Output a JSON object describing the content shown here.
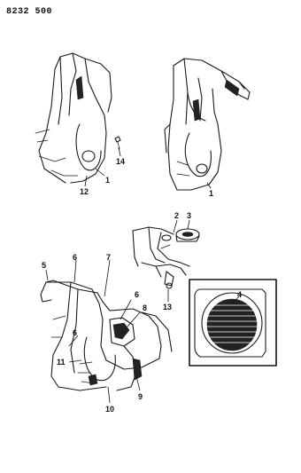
{
  "diagram": {
    "code": "8232 500",
    "callouts": {
      "c1a": "1",
      "c1b": "1",
      "c2": "2",
      "c3": "3",
      "c4": "4",
      "c5": "5",
      "c6a": "6",
      "c6b": "6",
      "c6c": "6",
      "c7": "7",
      "c8": "8",
      "c9": "9",
      "c10": "10",
      "c11": "11",
      "c12": "12",
      "c13": "13",
      "c14": "14"
    }
  }
}
